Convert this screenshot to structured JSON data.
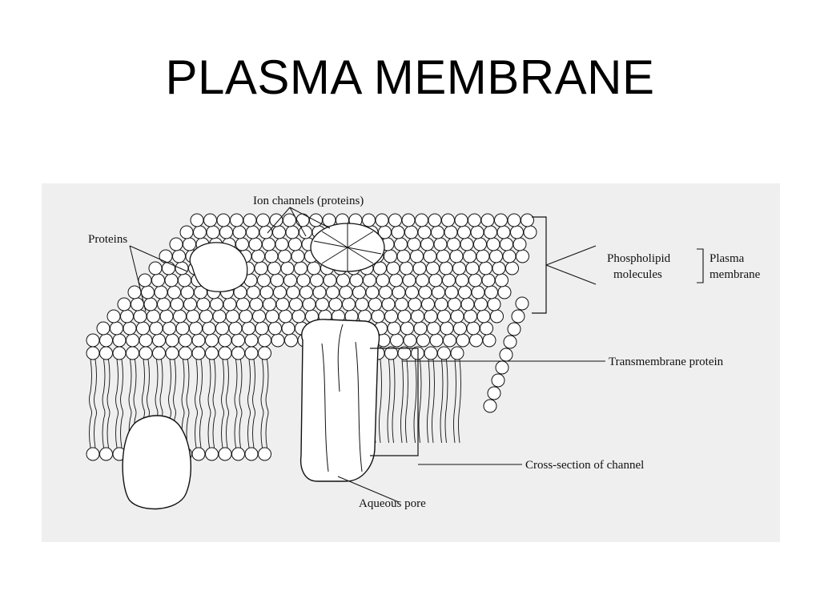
{
  "title": "PLASMA MEMBRANE",
  "diagram": {
    "labels": {
      "ion_channels": "Ion channels (proteins)",
      "proteins": "Proteins",
      "phospholipid_line1": "Phospholipid",
      "phospholipid_line2": "molecules",
      "plasma_line1": "Plasma",
      "plasma_line2": "membrane",
      "transmembrane": "Transmembrane protein",
      "cross_section": "Cross-section of channel",
      "aqueous_pore": "Aqueous pore"
    },
    "colors": {
      "background": "#efefef",
      "ink": "#111111",
      "head_fill": "#ffffff"
    }
  }
}
